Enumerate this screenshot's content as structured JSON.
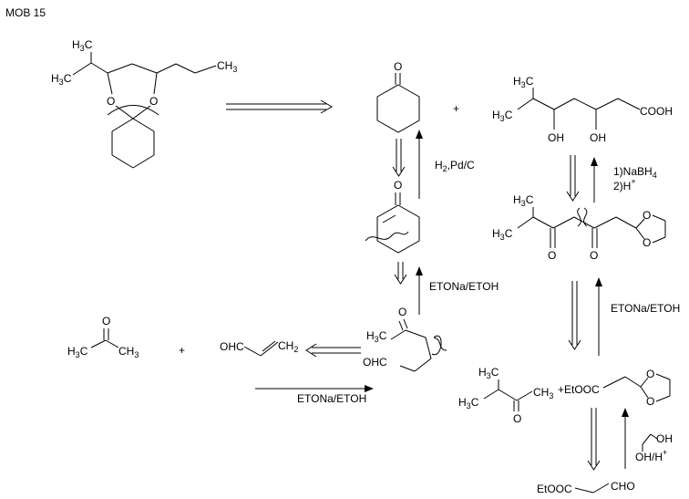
{
  "title": "MOB 15",
  "molecules": {
    "target": {
      "h3c_top": "H",
      "h3c_top_sub": "3",
      "h3c_top_c": "C",
      "h3c_left": "H",
      "h3c_left_sub": "3",
      "h3c_left_c": "C",
      "ch3": "CH",
      "ch3_sub": "3",
      "o1": "O",
      "o2": "O"
    },
    "cyclohexanone": {
      "o": "O"
    },
    "enone": {
      "o": "O"
    },
    "diketo_aldehyde": {
      "o": "O",
      "h3c": "H",
      "h3c_sub": "3",
      "h3c_c": "C",
      "ohc": "OHC"
    },
    "acetone": {
      "o": "O",
      "h3c": "H",
      "h3c_sub": "3",
      "h3c_c": "C",
      "ch3": "CH",
      "ch3_sub": "3"
    },
    "acrolein": {
      "ohc": "OHC",
      "ch2": "CH",
      "ch2_sub": "2"
    },
    "diol_acid": {
      "h3c": "H",
      "h3c_sub": "3",
      "h3c_c": "C",
      "h3c2": "H",
      "h3c2_sub": "3",
      "h3c2_c": "C",
      "oh1": "OH",
      "oh2": "OH",
      "cooh": "COOH"
    },
    "diketone_acetal": {
      "h3c": "H",
      "h3c_sub": "3",
      "h3c_c": "C",
      "h3c2": "H",
      "h3c2_sub": "3",
      "h3c2_c": "C",
      "o1": "O",
      "o2": "O",
      "o3": "O",
      "o4": "O"
    },
    "methyl_ketone_ester": {
      "h3c": "H",
      "h3c_sub": "3",
      "h3c_c": "C",
      "h3c2": "H",
      "h3c2_sub": "3",
      "h3c2_c": "C",
      "ch3": "CH",
      "ch3_sub": "3",
      "o": "O",
      "etooc": "+EtOOC",
      "o1": "O",
      "o2": "O"
    },
    "aldehyde_ester": {
      "etooc": "EtOOC",
      "cho": "CHO"
    },
    "ethylene_glycol": {
      "oh1": "OH",
      "oh2": "OH",
      "h_plus": "/H",
      "sup": "+"
    }
  },
  "plus_signs": [
    "+",
    "+"
  ],
  "reagents": {
    "hydrogenation": {
      "main": "H",
      "sub": "2",
      "rest": ",Pd/C"
    },
    "reduction": {
      "line1a": "1)NaBH",
      "line1sub": "4",
      "line2a": "2)H",
      "line2sup": "+"
    },
    "base_1": "ETONa/ETOH",
    "base_2": "ETONa/ETOH",
    "base_3": "ETONa/ETOH"
  }
}
